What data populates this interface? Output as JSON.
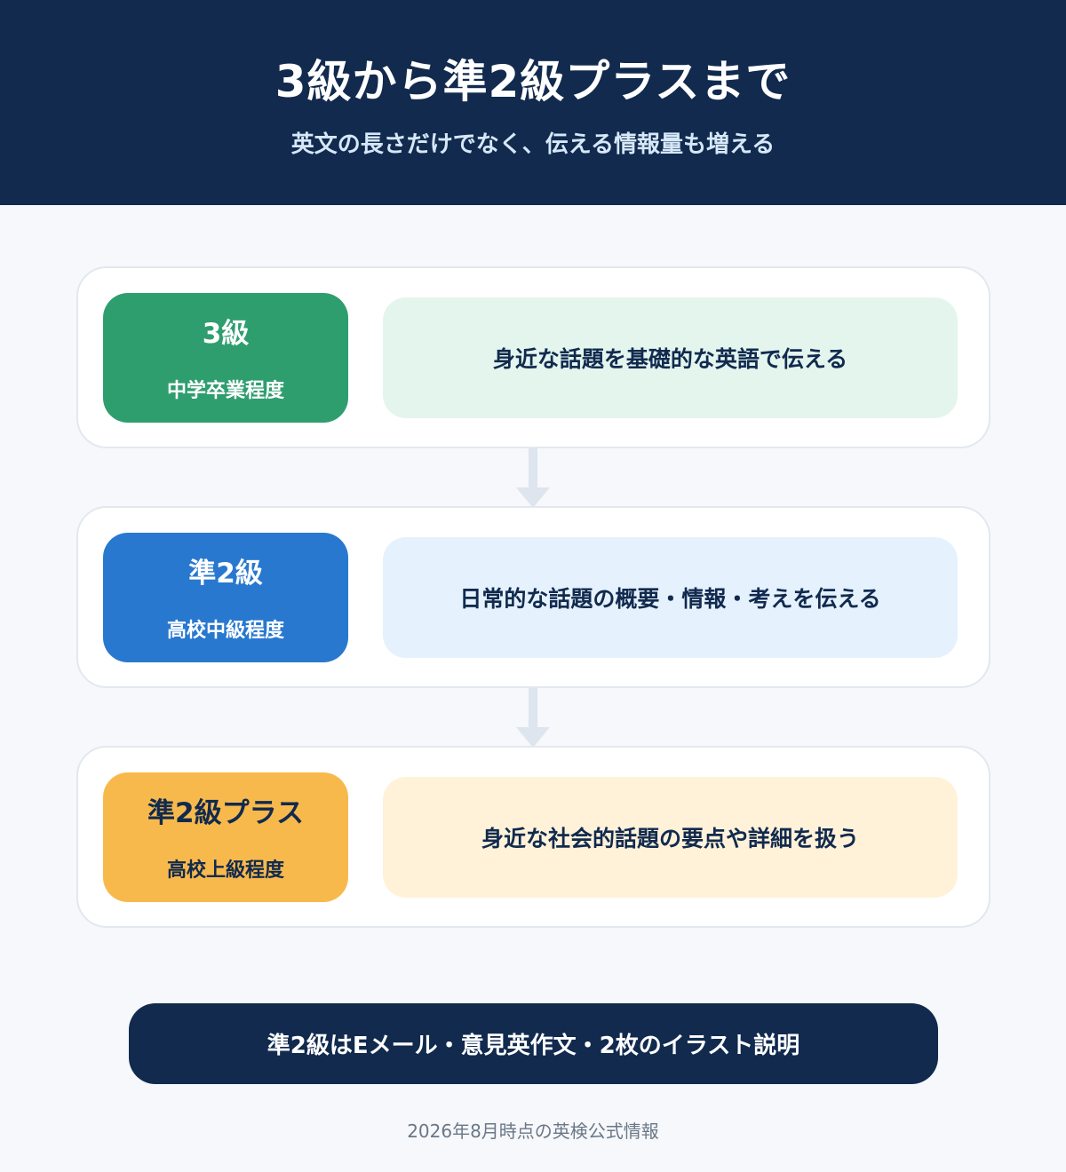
{
  "header": {
    "title": "3級から準2級プラスまで",
    "subtitle": "英文の長さだけでなく、伝える情報量も増える"
  },
  "levels": [
    {
      "level": "3級",
      "equivalent": "中学卒業程度",
      "description": "身近な話題を基礎的な英語で伝える",
      "badge_color": "#2f9e6e",
      "badge_text_color": "#ffffff",
      "desc_bg": "#e4f5ee"
    },
    {
      "level": "準2級",
      "equivalent": "高校中級程度",
      "description": "日常的な話題の概要・情報・考えを伝える",
      "badge_color": "#2878cf",
      "badge_text_color": "#ffffff",
      "desc_bg": "#e5f1fd"
    },
    {
      "level": "準2級プラス",
      "equivalent": "高校上級程度",
      "description": "身近な社会的話題の要点や詳細を扱う",
      "badge_color": "#f8b94c",
      "badge_text_color": "#112a4e",
      "desc_bg": "#fff2d9"
    }
  ],
  "note": "準2級はEメール・意見英作文・2枚のイラスト説明",
  "footer": "2026年8月時点の英検公式情報",
  "colors": {
    "navy": "#112a4e",
    "arrow": "#dfe5ee"
  }
}
